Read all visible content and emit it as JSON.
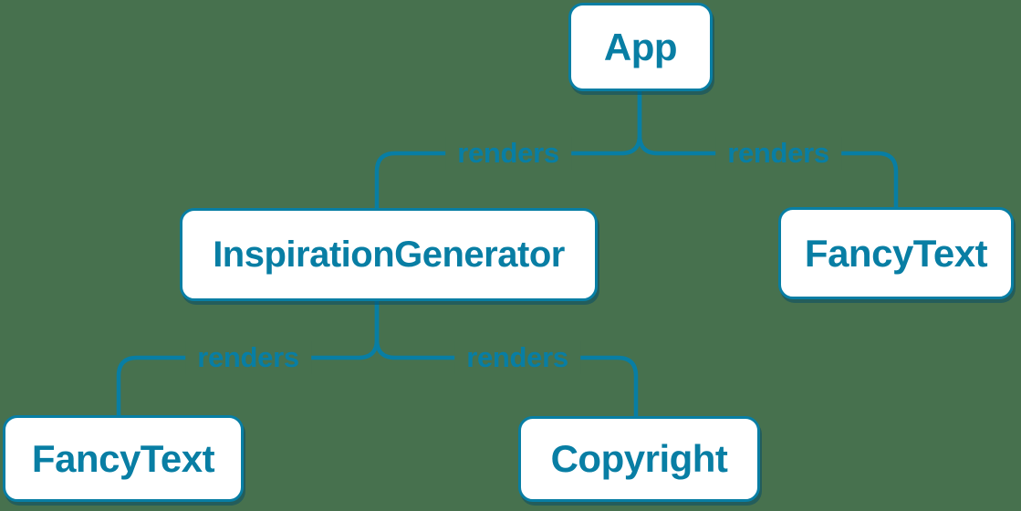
{
  "diagram": {
    "background_color": "#47714E",
    "accent_color": "#087EA4",
    "node_fill_color": "#FFFFFF",
    "nodes": {
      "app": {
        "label": "App"
      },
      "inspiration_generator": {
        "label": "InspirationGenerator"
      },
      "fancy_text_top": {
        "label": "FancyText"
      },
      "fancy_text_bottom": {
        "label": "FancyText"
      },
      "copyright": {
        "label": "Copyright"
      }
    },
    "edges": {
      "app_to_inspiration_generator": {
        "label": "renders"
      },
      "app_to_fancy_text": {
        "label": "renders"
      },
      "inspiration_generator_to_fancy_text": {
        "label": "renders"
      },
      "inspiration_generator_to_copyright": {
        "label": "renders"
      }
    }
  }
}
